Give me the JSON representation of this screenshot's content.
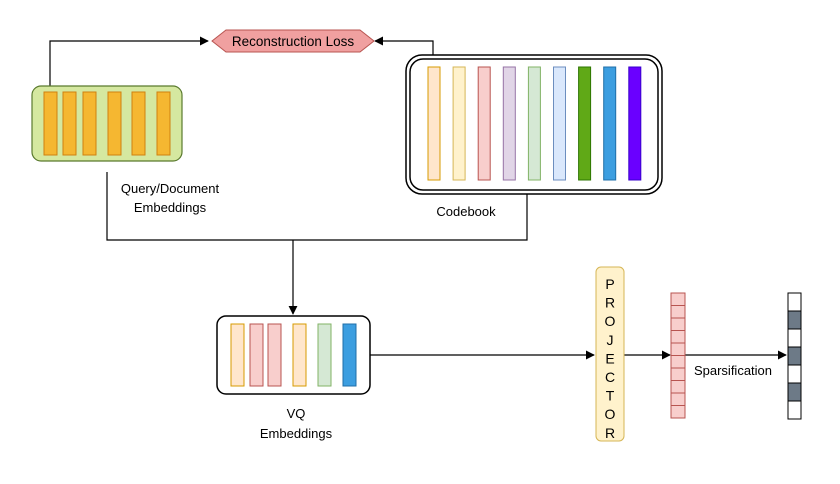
{
  "labels": {
    "loss": "Reconstruction Loss",
    "query_line1": "Query/Document",
    "query_line2": "Embeddings",
    "codebook": "Codebook",
    "vq_line1": "VQ",
    "vq_line2": "Embeddings",
    "projector_letters": [
      "P",
      "R",
      "O",
      "J",
      "E",
      "C",
      "T",
      "O",
      "R"
    ],
    "sparsification": "Sparsification"
  },
  "colors": {
    "query_box_fill": "#d5e8a0",
    "query_box_stroke": "#5a7a2e",
    "query_bar_fill": "#f5b731",
    "query_bar_stroke": "#d08010",
    "loss_fill": "#f0a0a0",
    "loss_stroke": "#b85450",
    "projector_fill": "#fff2cc",
    "projector_stroke": "#d6b656",
    "dense_cell_fill": "#f8cecc",
    "dense_cell_stroke": "#b85450",
    "sparse_active_fill": "#6d7a87"
  },
  "codebook_bars": [
    {
      "fill": "#ffe6cc",
      "stroke": "#d79b00"
    },
    {
      "fill": "#fff2cc",
      "stroke": "#d6b656"
    },
    {
      "fill": "#f8cecc",
      "stroke": "#b85450"
    },
    {
      "fill": "#e1d5e7",
      "stroke": "#9673a6"
    },
    {
      "fill": "#d5e8d4",
      "stroke": "#82b366"
    },
    {
      "fill": "#dae8fc",
      "stroke": "#6c8ebf"
    },
    {
      "fill": "#60a917",
      "stroke": "#2d7600"
    },
    {
      "fill": "#3c9ee0",
      "stroke": "#1f6fa8"
    },
    {
      "fill": "#6a00ff",
      "stroke": "#3700cc"
    }
  ],
  "vq_bars": [
    {
      "fill": "#ffe6cc",
      "stroke": "#d79b00"
    },
    {
      "fill": "#f8cecc",
      "stroke": "#b85450"
    },
    {
      "fill": "#f8cecc",
      "stroke": "#b85450"
    },
    {
      "fill": "#ffe6cc",
      "stroke": "#d79b00"
    },
    {
      "fill": "#d5e8d4",
      "stroke": "#82b366"
    },
    {
      "fill": "#3c9ee0",
      "stroke": "#1f6fa8"
    }
  ],
  "sparse_vector_active": [
    false,
    true,
    false,
    true,
    false,
    true,
    false
  ]
}
